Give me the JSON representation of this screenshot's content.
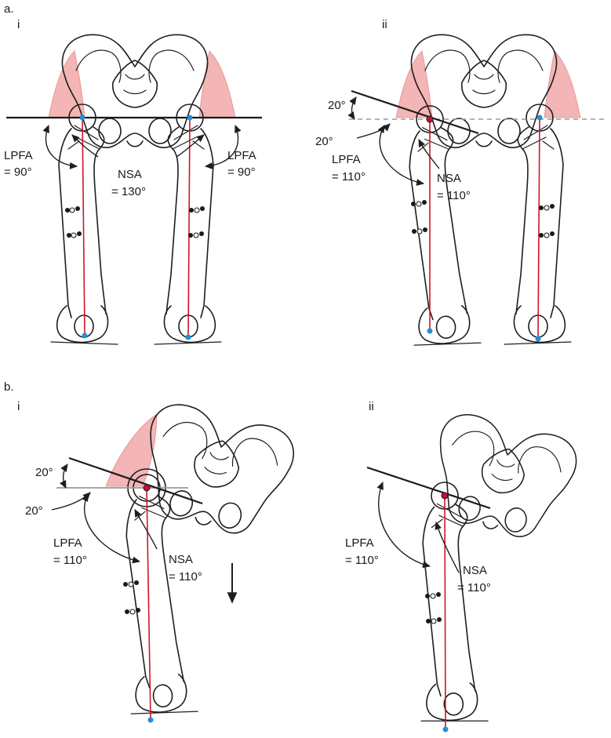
{
  "panels": {
    "a": {
      "label": "a.",
      "i": {
        "label": "i",
        "lpfa_left": [
          "LPFA",
          "= 90°"
        ],
        "lpfa_right": [
          "LPFA",
          "= 90°"
        ],
        "nsa": [
          "NSA",
          "= 130°"
        ]
      },
      "ii": {
        "label": "ii",
        "angle_top": "20°",
        "angle_bottom": "20°",
        "lpfa": [
          "LPFA",
          "= 110°"
        ],
        "nsa": [
          "NSA",
          "= 110°"
        ]
      }
    },
    "b": {
      "label": "b.",
      "i": {
        "label": "i",
        "angle_top": "20°",
        "angle_bottom": "20°",
        "lpfa": [
          "LPFA",
          "= 110°"
        ],
        "nsa": [
          "NSA",
          "= 110°"
        ]
      },
      "ii": {
        "label": "ii",
        "lpfa": [
          "LPFA",
          "= 110°"
        ],
        "nsa": [
          "NSA",
          "= 110°"
        ]
      }
    }
  },
  "colors": {
    "mechanical_axis": "#d0142c",
    "joint_center_marker": "#1e90d8",
    "muscle": "#f2a9a9",
    "reference_line_dashed": "#9a9a9a"
  },
  "icons": [
    "femur-illustration",
    "pelvis-illustration",
    "abductor-muscle",
    "down-arrow"
  ]
}
